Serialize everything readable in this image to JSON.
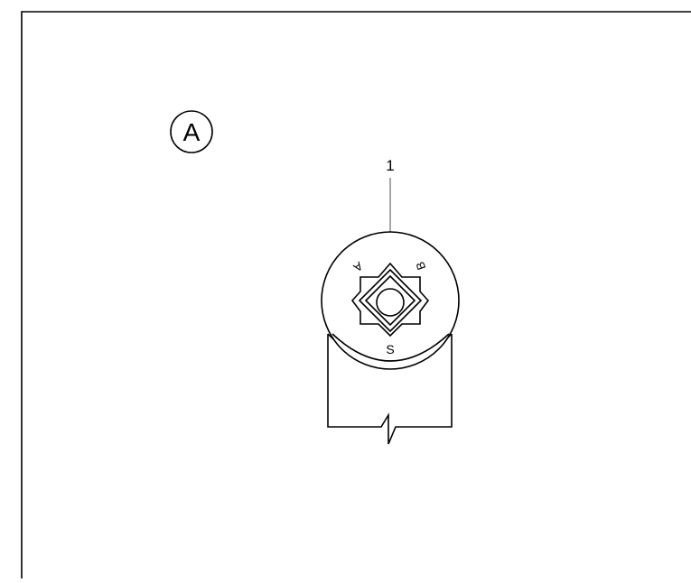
{
  "view_label": "A",
  "callouts": [
    {
      "number": "1"
    }
  ],
  "dial_marks": {
    "a": "A",
    "b": "B",
    "s": "S"
  }
}
